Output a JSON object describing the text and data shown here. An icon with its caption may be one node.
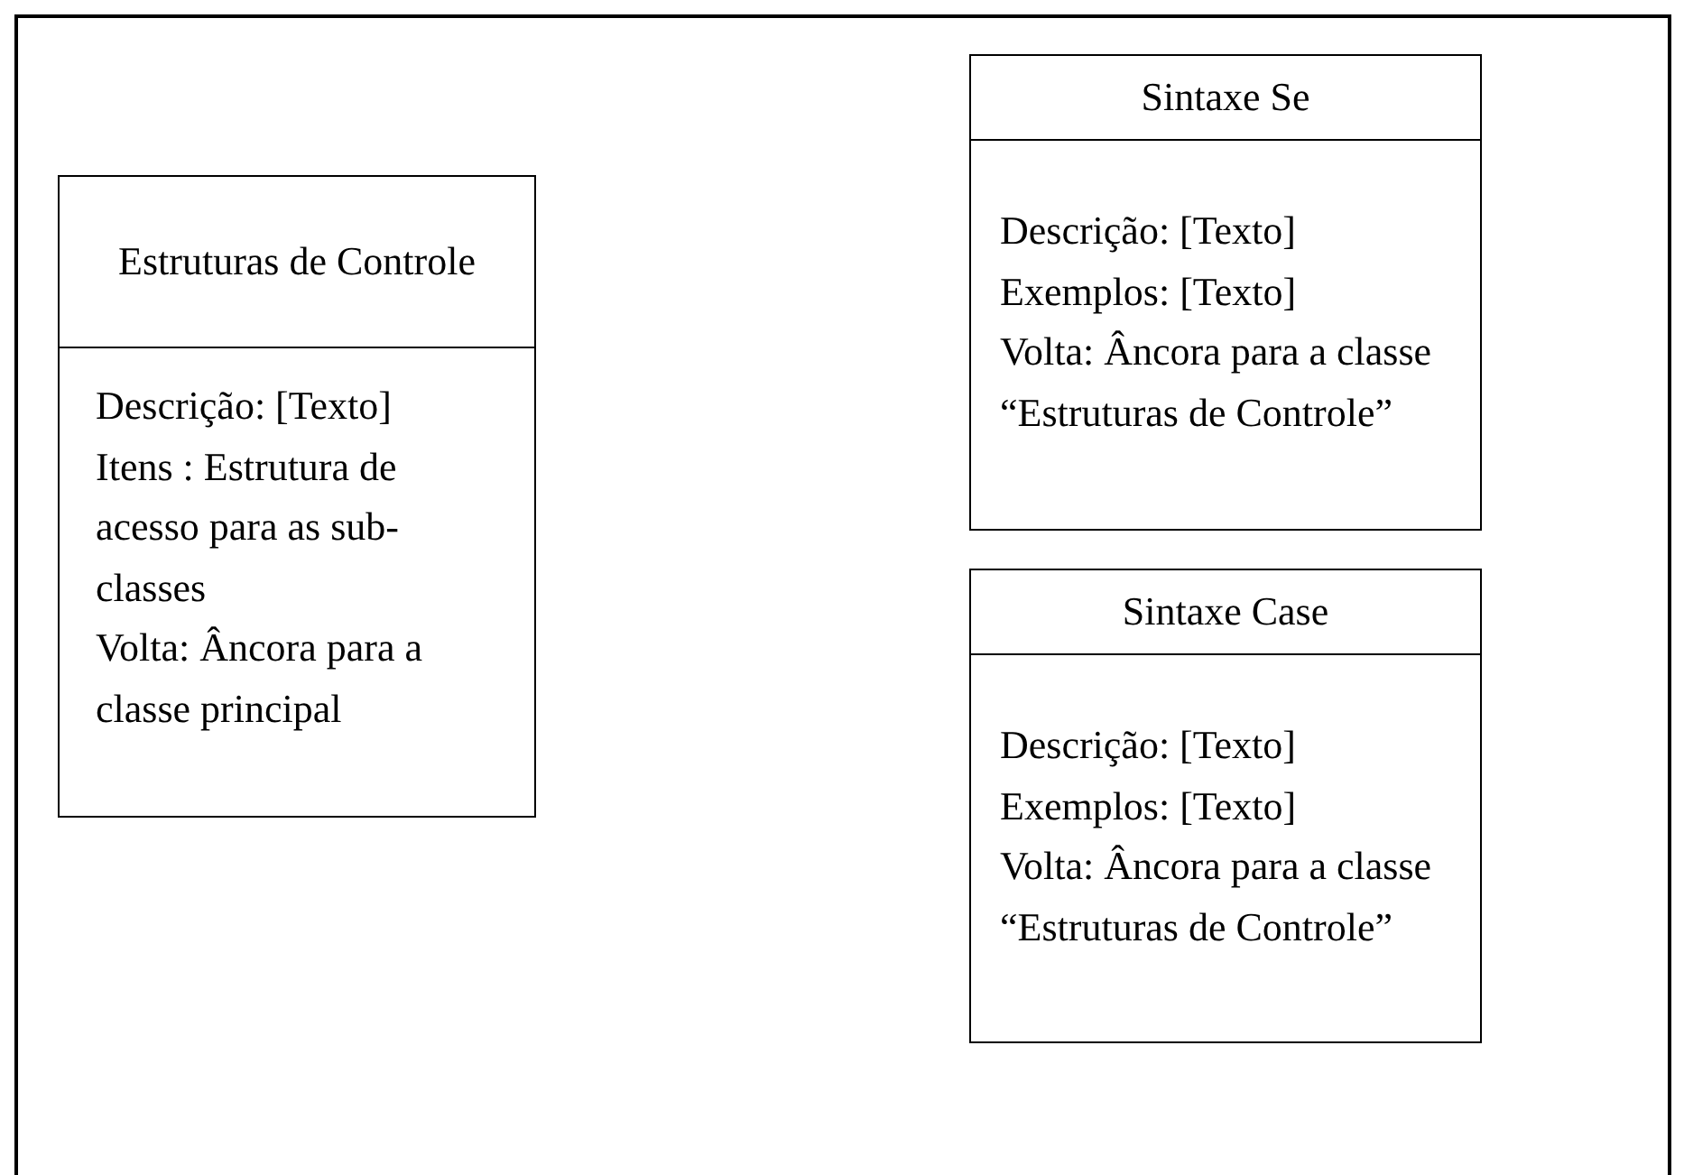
{
  "diagram": {
    "nodes": [
      {
        "text": [
          "Estruturas de Controle",
          "Descrição: [Texto]",
          "Itens : Estrutura de acesso para as sub-classes",
          "Volta: Âncora para a classe principal"
        ]
      },
      {
        "text": [
          "Sintaxe Se",
          "Descrição: [Texto]",
          "Exemplos: [Texto]",
          "Volta: Âncora para a classe “Estruturas de Controle”"
        ]
      },
      {
        "text": [
          "Sintaxe Case",
          "Descrição: [Texto]",
          "Exemplos: [Texto]",
          "Volta: Âncora para a classe “Estruturas de Controle”"
        ]
      }
    ]
  }
}
